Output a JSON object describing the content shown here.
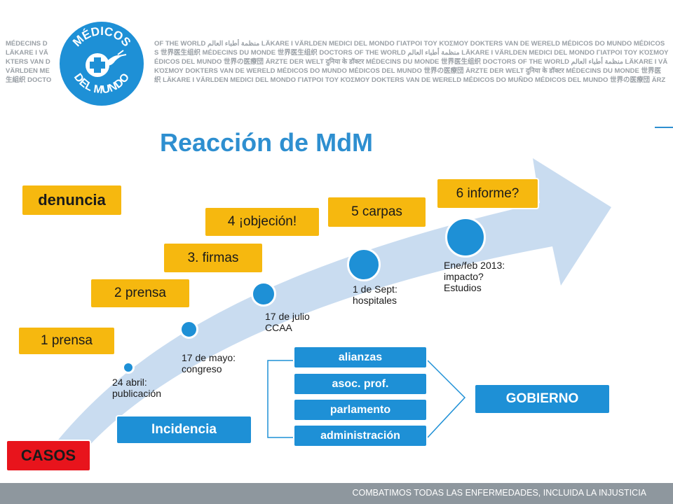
{
  "logo": {
    "line1": "MÉDICOS",
    "line2": "DEL MUNDO"
  },
  "banner": {
    "left_lines": [
      "MÉDECINS D",
      "LÄKARE I VÄ",
      "KTERS VAN D",
      "VÄRLDEN ME",
      "生組织 DOCTO"
    ],
    "right_lines": [
      "OF THE WORLD منظمة أطباء العالم LÄKARE I VÄRLDEN MEDICI DEL MONDO ΓΙΑΤΡΟΙ ΤΟΥ ΚΌΣΜΟΥ DOKTERS VAN DE WERELD MÉDICOS DO MUNDO MÉDICOS",
      "S 世界医生组织 MÉDECINS DU MONDE 世界医生组织 DOCTORS OF THE WORLD منظمة أطباء العالم LÄKARE I VÄRLDEN MEDICI DEL MONDO ΓΙΑΤΡΟΙ ΤΟΥ ΚΌΣΜΟΥ DO",
      "ÉDICOS DEL MUNDO 世界の医療団 ÄRZTE DER WELT दुनिया के डॉक्टर MÉDECINS DU MONDE 世界医生组织 DOCTORS OF THE WORLD منظمة أطباء العالم LÄKARE I VÄ",
      "ΚΌΣΜΟΥ DOKTERS VAN DE WERELD MÉDICOS DO MUNDO MÉDICOS DEL MUNDO 世界の医療団 ÄRZTE DER WELT दुनिया के डॉक्टर MÉDECINS DU MONDE 世界医",
      "织 LÄKARE I VÄRLDEN MEDICI DEL MONDO ΓΙΑΤΡΟΙ ΤΟΥ ΚΌΣΜΟΥ DOKTERS VAN DE WERELD MÉDICOS DO MUÑDO MÉDICOS DEL MUNDO 世界の医療団 ÄRZ"
    ]
  },
  "title": "Reacción de MdM",
  "left_labels": {
    "denuncia": "denuncia",
    "casos": "CASOS"
  },
  "steps": [
    "1 prensa",
    "2 prensa",
    "3. firmas",
    "4 ¡objeción!",
    "5 carpas",
    "6 informe?"
  ],
  "milestones": [
    "24 abril:\npublicación",
    "17 de mayo:\ncongreso",
    "17 de julio\nCCAA",
    "1 de Sept:\nhospitales",
    "Ene/feb 2013:\nimpacto?\nEstudios"
  ],
  "incidencia": {
    "label": "Incidencia",
    "items": [
      "alianzas",
      "asoc. prof.",
      "parlamento",
      "administración"
    ],
    "target": "GOBIERNO"
  },
  "footer": "COMBATIMOS TODAS LAS ENFERMEDADES, INCLUIDA LA INJUSTICIA",
  "colors": {
    "accent_blue": "#2e8fd0",
    "box_yellow": "#f6b80f",
    "casos_red": "#e8141c",
    "arrow_fill": "#c9dcf0",
    "footer_gray": "#8e979e"
  }
}
